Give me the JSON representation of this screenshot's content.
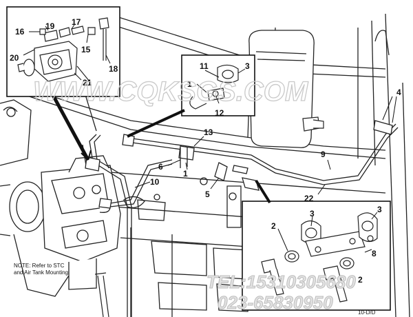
{
  "callouts": {
    "c1": "1",
    "c2a": "2",
    "c2b": "2",
    "c3a": "3",
    "c3b": "3",
    "c3c": "3",
    "c4": "4",
    "c5": "5",
    "c6": "6",
    "c8": "8",
    "c9": "9",
    "c10": "10",
    "c11": "11",
    "c12": "12",
    "c13": "13",
    "c15": "15",
    "c16": "16",
    "c17": "17",
    "c18": "18",
    "c19": "19",
    "c20": "20",
    "c21": "21",
    "c22": "22",
    "c1b": "1"
  },
  "note": {
    "line1": "NOTE: Refer to STC",
    "line2": "and Air Tank Mounting."
  },
  "watermark": {
    "site": "WWW.CQKSGS.COM",
    "tel": "TEL:15310305680",
    "phone": "023-65830950"
  },
  "corner_code": "10-D/D"
}
